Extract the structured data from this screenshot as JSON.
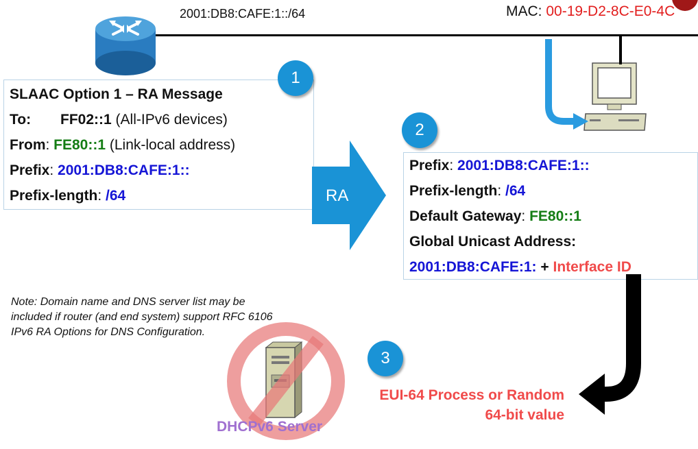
{
  "network": {
    "prefix_label": "2001:DB8:CAFE:1::/64",
    "mac_label": "MAC:",
    "mac_value": "00-19-D2-8C-E0-4C"
  },
  "ra_message": {
    "title": "SLAAC Option 1 – RA Message",
    "to_label": "To:",
    "to_value": "FF02::1",
    "to_note": "(All-IPv6 devices)",
    "from_label": "From",
    "from_value": "FE80::1",
    "from_note": "(Link-local address)",
    "prefix_label": "Prefix",
    "prefix_value": "2001:DB8:CAFE:1::",
    "prefix_length_label": "Prefix-length",
    "prefix_length_value": "/64"
  },
  "arrow_label": "RA",
  "steps": [
    "1",
    "2",
    "3"
  ],
  "host_info": {
    "prefix_label": "Prefix",
    "prefix_value": "2001:DB8:CAFE:1::",
    "prefix_length_label": "Prefix-length",
    "prefix_length_value": "/64",
    "gateway_label": "Default Gateway",
    "gateway_value": "FE80::1",
    "gua_label": "Global Unicast Address:",
    "gua_prefix": "2001:DB8:CAFE:1:",
    "gua_plus": "+",
    "gua_iid": "Interface ID"
  },
  "note": "Note: Domain name and DNS server list may be included if router (and end system) support RFC 6106 IPv6 RA Options for DNS Configuration.",
  "eui": {
    "line1": "EUI-64 Process or Random",
    "line2": "64-bit value"
  },
  "dhcp_label": "DHCPv6 Server",
  "colors": {
    "blue": "#1515d6",
    "green": "#157d15",
    "red": "#f04a4a",
    "accent": "#1a93d6",
    "dhcp_purple": "#a070d0"
  }
}
